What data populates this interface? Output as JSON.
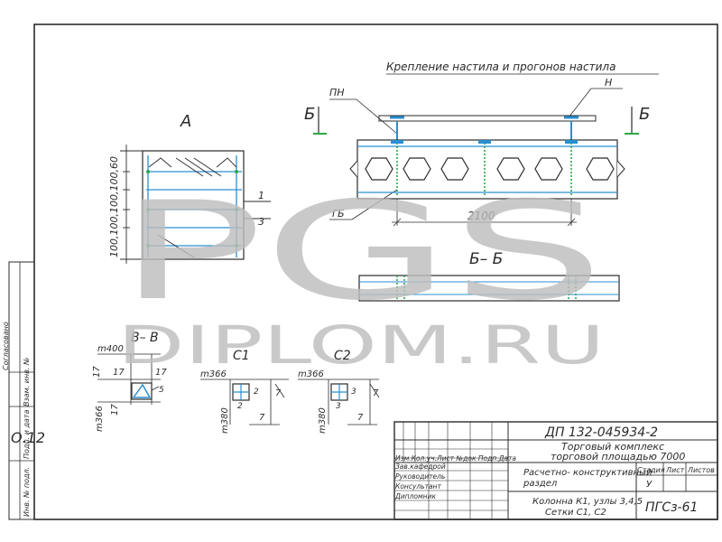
{
  "colors": {
    "line": "#2b2b2b",
    "accent": "#2a8fd0",
    "accent_dark": "#1d6fb0",
    "marker": "#2aa84a",
    "watermark": "#bdbdbd"
  },
  "header_note": "Крепление настила и прогонов настила",
  "labels": {
    "pn": "ПН",
    "n": "Н",
    "gb": "ГБ",
    "b_left": "Б",
    "b_right": "Б",
    "section_a": "А",
    "section_bb": "Б– Б",
    "section_vv": "В– В",
    "mark_1": "1",
    "mark_3": "3",
    "dim_2100": "2100",
    "dim_vertical": "100,100,100,100,60"
  },
  "details": {
    "vv": {
      "top": "m400",
      "side": "m366",
      "d1": "17",
      "d2": "17",
      "d3": "17",
      "d4": "17",
      "num": "5"
    },
    "c1": {
      "title": "С1",
      "top": "m366",
      "side": "m380",
      "n1": "2",
      "n2": "2",
      "d": "7",
      "d2": "7"
    },
    "c2": {
      "title": "С2",
      "top": "m366",
      "side": "m380",
      "n1": "3",
      "n2": "3",
      "d": "7",
      "d2": "7"
    }
  },
  "side_stamp": {
    "agreed": "Согласовано",
    "inv_replace": "Взам. инв. №",
    "signature": "Подп. и дата",
    "inv_orig": "Инв. № подл.",
    "big": "О.12"
  },
  "title_block": {
    "code": "ДП 132-045934-2",
    "project_line1": "Торговый комплекс",
    "project_line2": "торговой площадью 7000",
    "section_line1": "Расчетно- конструктивный",
    "section_line2": "раздел",
    "sheet_title_line1": "Колонна К1, узлы 3,4,5",
    "sheet_title_line2": "Сетки С1, С2",
    "org": "ПГСз-61",
    "stage_header": "Стадия",
    "sheet_header": "Лист",
    "sheets_header": "Листов",
    "stage": "У",
    "col_headers": "Изм.Кол.уч.Лист №док Подп.Дата",
    "roles": [
      "Зав.кафедрой",
      "Руководитель",
      "Консультант",
      "Дипломник"
    ]
  },
  "watermark": {
    "logo": "PGS",
    "site": "DIPLOM.RU"
  }
}
